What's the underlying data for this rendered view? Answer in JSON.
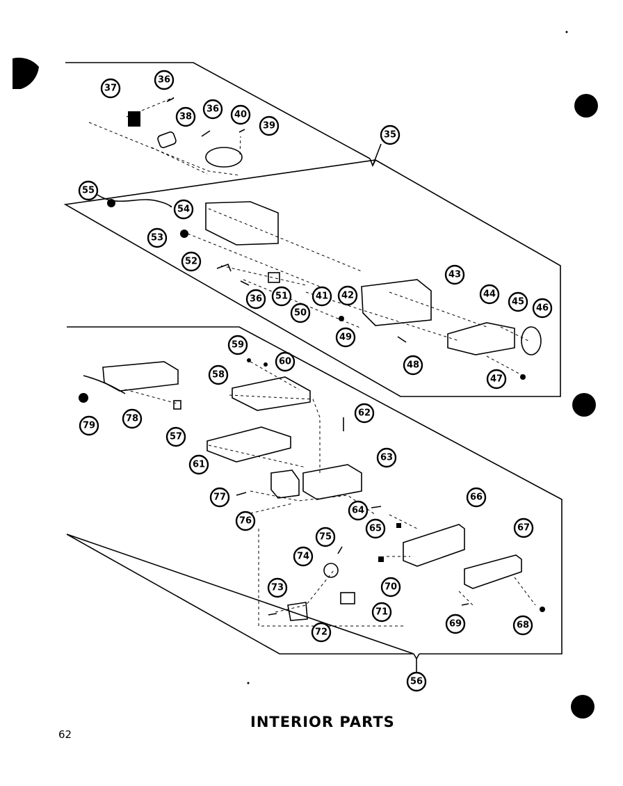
{
  "title": "INTERIOR PARTS",
  "page_number": "62",
  "upper_assembly": {
    "group_callout": "35",
    "callouts": [
      "37",
      "36",
      "38",
      "36",
      "40",
      "39",
      "55",
      "54",
      "53",
      "52",
      "36",
      "51",
      "50",
      "41",
      "42",
      "43",
      "44",
      "45",
      "46",
      "49",
      "48",
      "47"
    ]
  },
  "lower_assembly": {
    "group_callout": "56",
    "callouts": [
      "59",
      "60",
      "58",
      "79",
      "78",
      "57",
      "62",
      "61",
      "63",
      "77",
      "76",
      "64",
      "65",
      "66",
      "67",
      "75",
      "74",
      "70",
      "73",
      "71",
      "72",
      "69",
      "68"
    ]
  }
}
